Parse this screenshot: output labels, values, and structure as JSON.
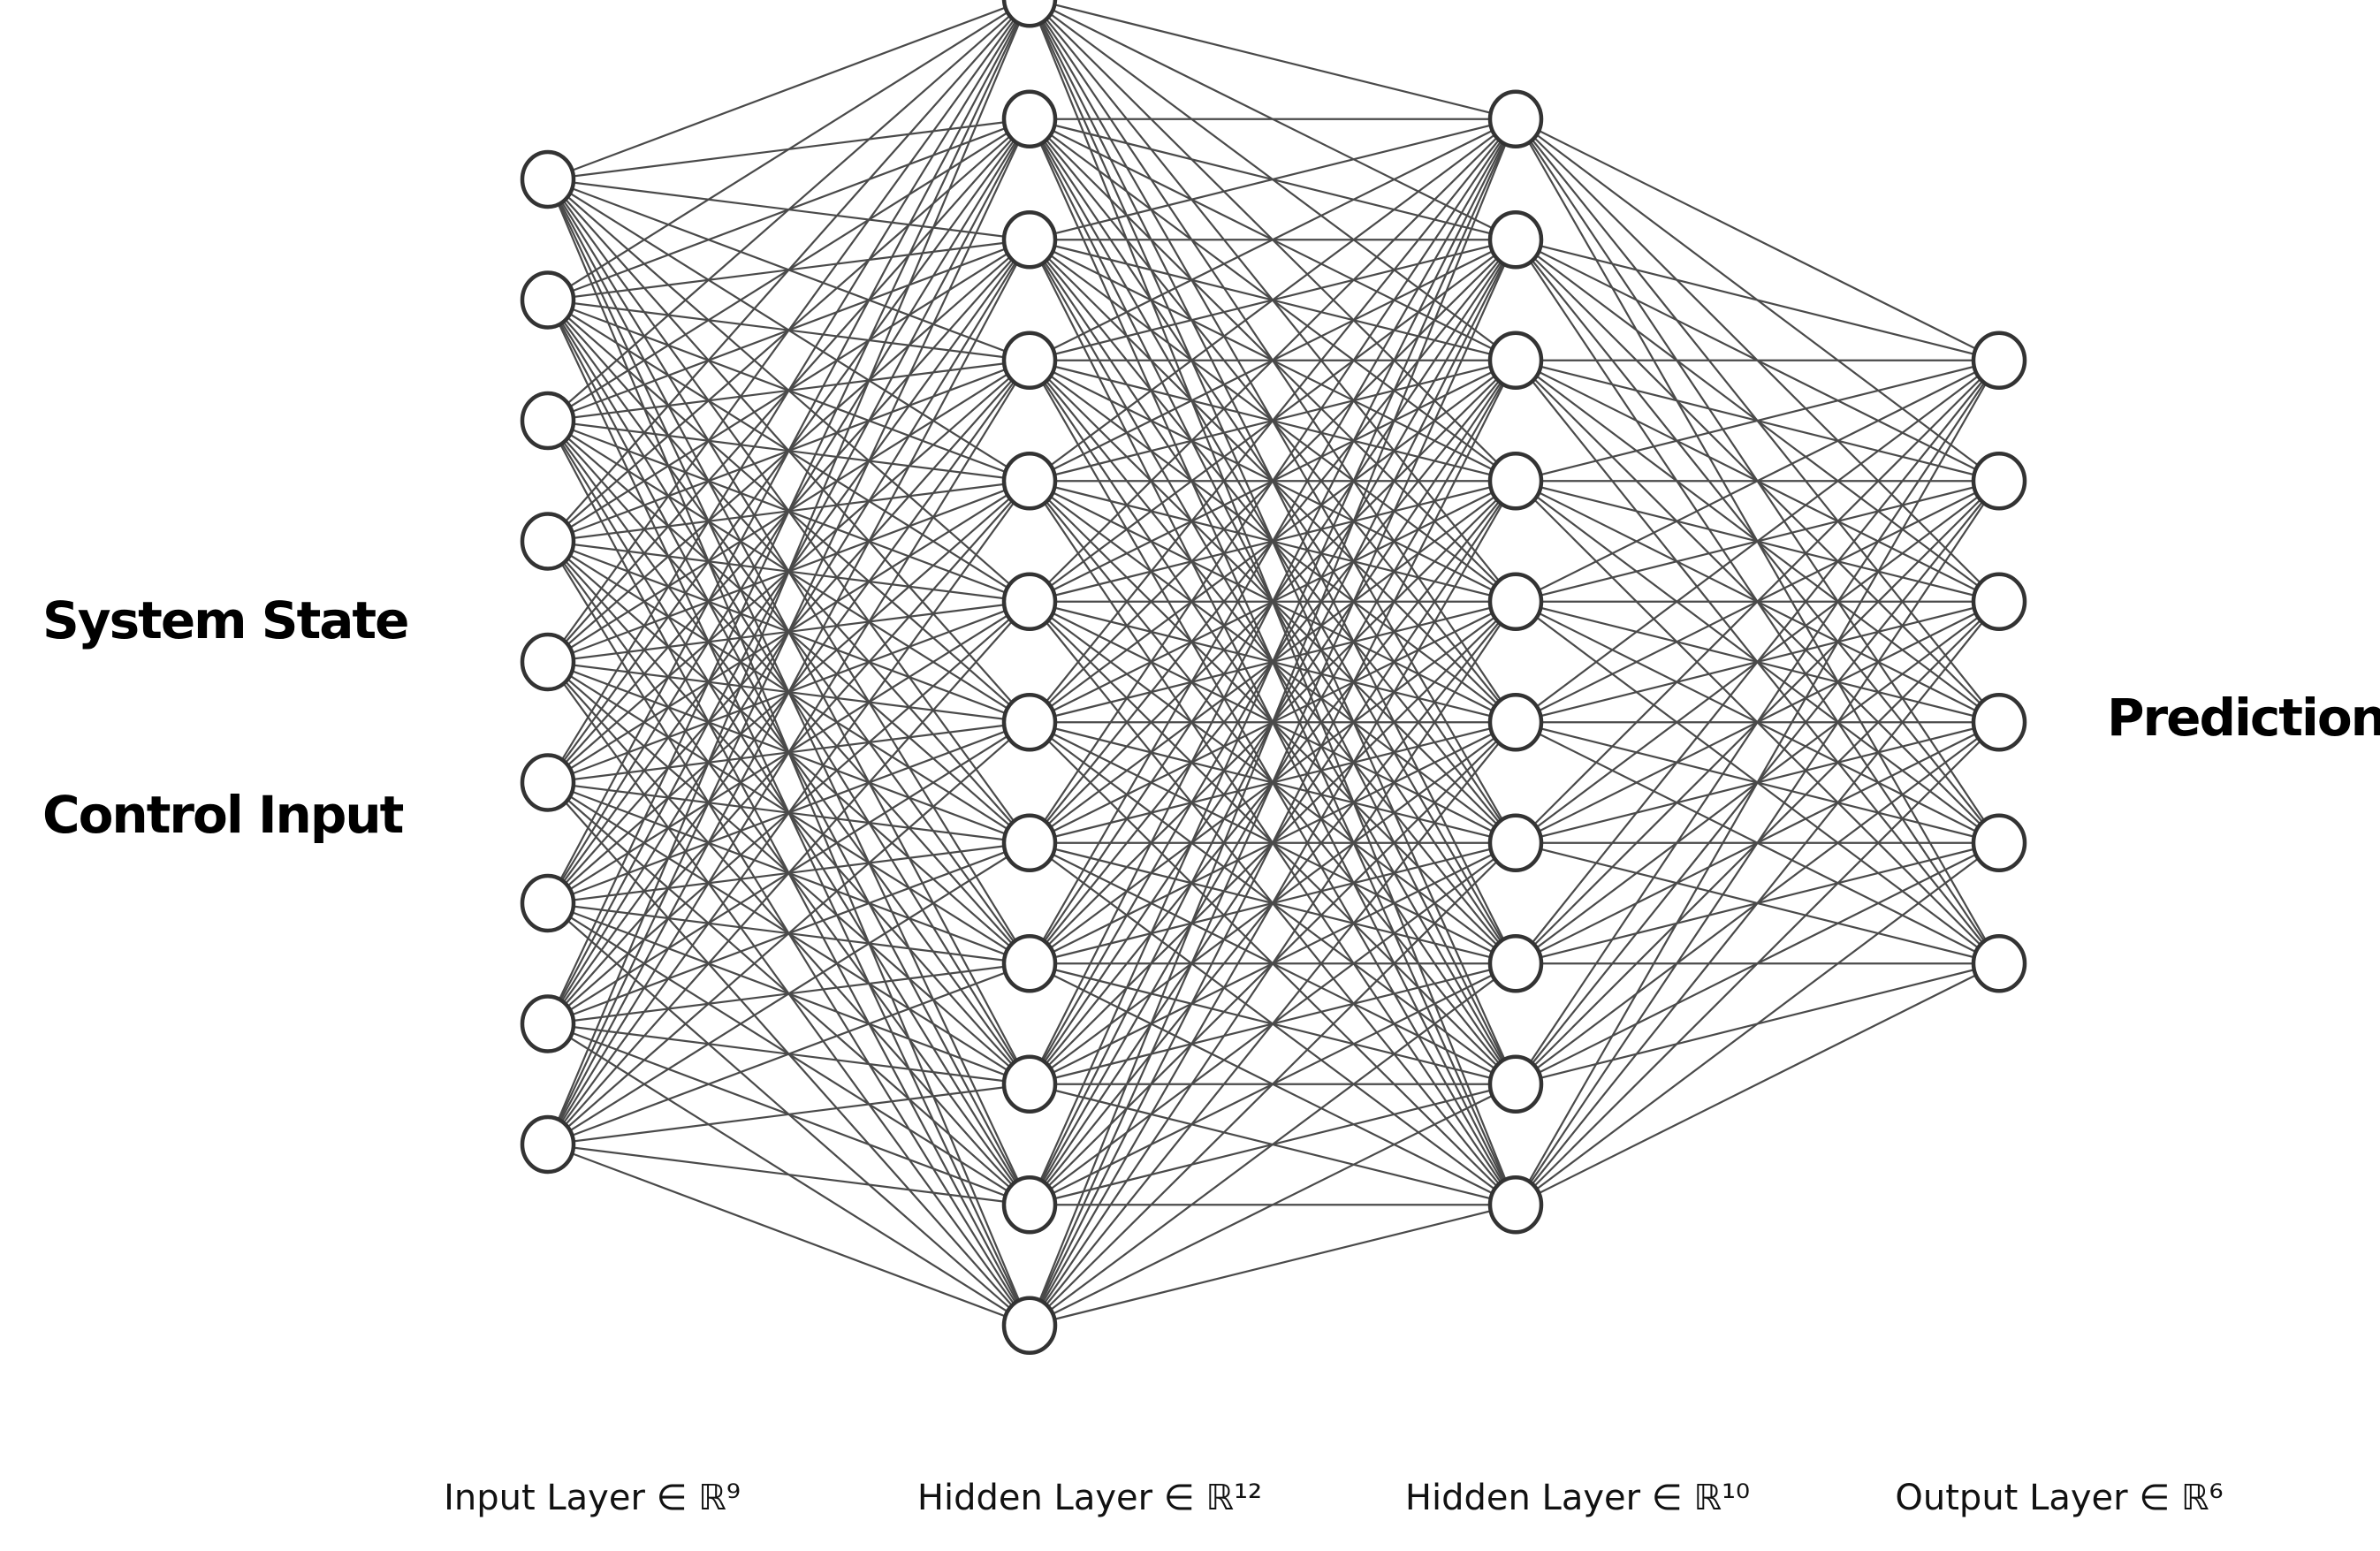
{
  "labels": {
    "system_state": "System State",
    "control_input": "Control Input",
    "prediction": "Prediction"
  },
  "layers": [
    {
      "caption": "Input Layer ∈ ℝ⁹",
      "neurons": 9
    },
    {
      "caption": "Hidden Layer ∈ ℝ¹²",
      "neurons": 12
    },
    {
      "caption": "Hidden Layer ∈ ℝ¹⁰",
      "neurons": 10
    },
    {
      "caption": "Output Layer ∈ ℝ⁶",
      "neurons": 6
    }
  ],
  "connectivity": "fully-connected",
  "colors": {
    "edge": "#4a4a4a",
    "neuron_fill": "#ffffff",
    "neuron_stroke": "#333333"
  }
}
